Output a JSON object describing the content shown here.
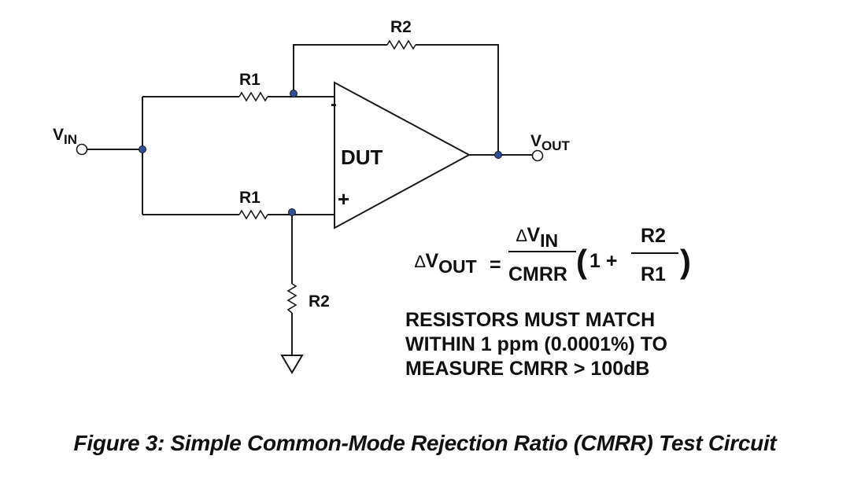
{
  "circuit": {
    "title": "Simple Common-Mode Rejection Ratio (CMRR) Test Circuit",
    "components": {
      "r1_top": "R1",
      "r1_bottom": "R1",
      "r2_feedback": "R2",
      "r2_ground": "R2",
      "dut": "DUT",
      "inverting_input": "-",
      "noninverting_input": "+"
    },
    "terminals": {
      "vin": {
        "main": "V",
        "sub": "IN"
      },
      "vout": {
        "main": "V",
        "sub": "OUT"
      }
    },
    "colors": {
      "wire": "#1a1a1a",
      "node": "#2f4f9a"
    }
  },
  "equation": {
    "lhs_delta": "∆",
    "lhs_main": "V",
    "lhs_sub": "OUT",
    "equals": "=",
    "num_delta": "∆",
    "num_main": "V",
    "num_sub": "IN",
    "denominator": "CMRR",
    "paren_open": "(",
    "one_plus": "1 +",
    "ratio_num": "R2",
    "ratio_den": "R1",
    "paren_close": ")"
  },
  "note": {
    "lines": [
      "RESISTORS MUST MATCH",
      "WITHIN 1 ppm (0.0001%) TO",
      "MEASURE CMRR > 100dB"
    ]
  },
  "caption": "Figure 3: Simple Common-Mode Rejection Ratio (CMRR) Test Circuit"
}
